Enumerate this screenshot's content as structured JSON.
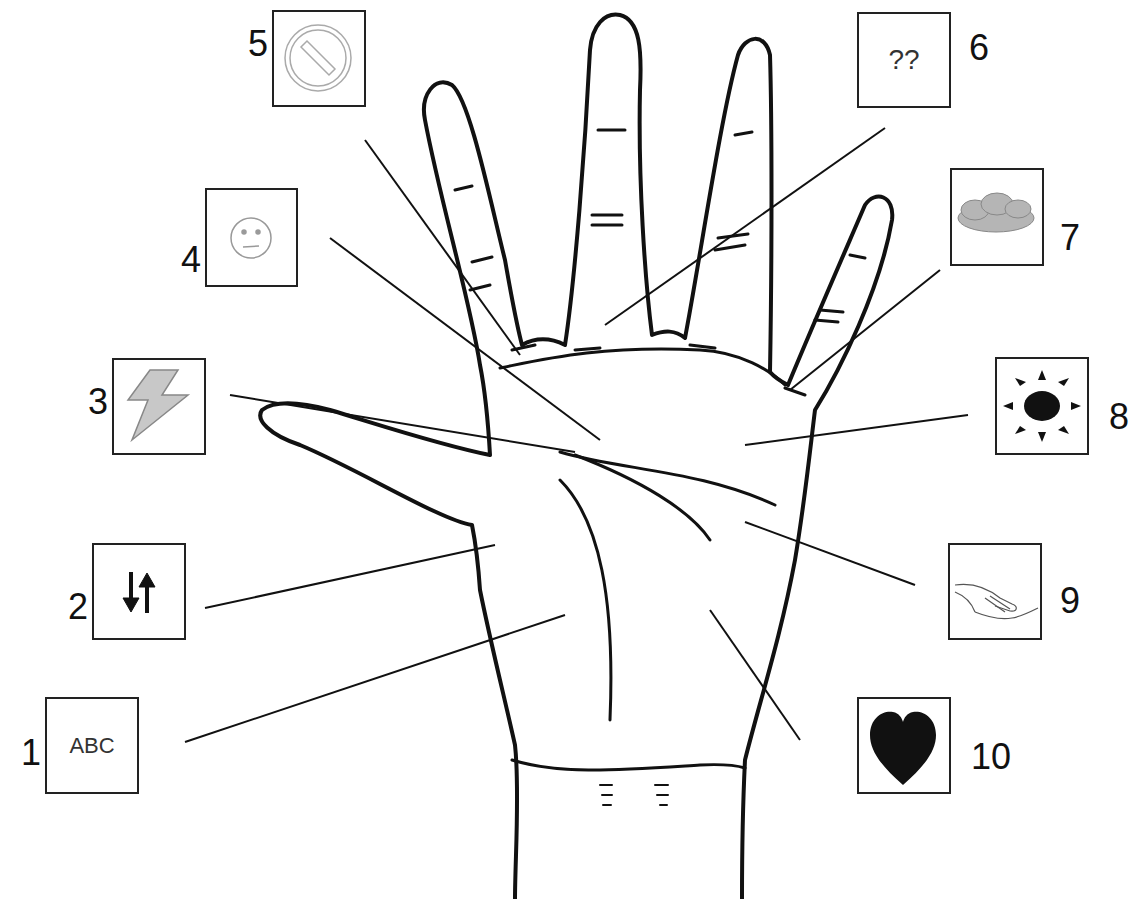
{
  "diagram": {
    "nodes": [
      {
        "text": [
          "1",
          "ABC"
        ]
      },
      {
        "text": [
          "2"
        ]
      },
      {
        "text": [
          "3"
        ]
      },
      {
        "text": [
          "4"
        ]
      },
      {
        "text": [
          "5"
        ]
      },
      {
        "text": [
          "??",
          "6"
        ]
      },
      {
        "text": [
          "7"
        ]
      },
      {
        "text": [
          "8"
        ]
      },
      {
        "text": [
          "9"
        ]
      },
      {
        "text": [
          "10"
        ]
      }
    ]
  }
}
